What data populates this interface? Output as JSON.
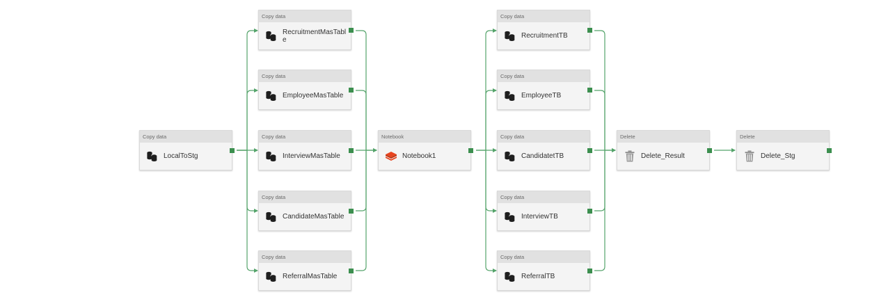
{
  "canvas": {
    "line_color": "#54a36a",
    "port_color": "#3c8f4f",
    "notebook_icon_color": "#e8441f",
    "db_icon_color": "#1f1f1f",
    "trash_icon_color": "#8a8a8a"
  },
  "nodes": [
    {
      "id": "n_localtostg",
      "type": "Copy data",
      "name": "LocalToStg",
      "icon": "database-icon"
    },
    {
      "id": "n_recruitmentmas",
      "type": "Copy data",
      "name": "RecruitmentMasTable",
      "icon": "database-icon"
    },
    {
      "id": "n_employeemas",
      "type": "Copy data",
      "name": "EmployeeMasTable",
      "icon": "database-icon"
    },
    {
      "id": "n_interviewmas",
      "type": "Copy data",
      "name": "InterviewMasTable",
      "icon": "database-icon"
    },
    {
      "id": "n_candidatemas",
      "type": "Copy data",
      "name": "CandidateMasTable",
      "icon": "database-icon"
    },
    {
      "id": "n_referralmas",
      "type": "Copy data",
      "name": "ReferralMasTable",
      "icon": "database-icon"
    },
    {
      "id": "n_notebook1",
      "type": "Notebook",
      "name": "Notebook1",
      "icon": "notebook-icon"
    },
    {
      "id": "n_recruitmenttb",
      "type": "Copy data",
      "name": "RecruitmentTB",
      "icon": "database-icon"
    },
    {
      "id": "n_employeetb",
      "type": "Copy data",
      "name": "EmployeeTB",
      "icon": "database-icon"
    },
    {
      "id": "n_candidatetb",
      "type": "Copy data",
      "name": "CandidatetTB",
      "icon": "database-icon"
    },
    {
      "id": "n_interviewtb",
      "type": "Copy data",
      "name": "InterviewTB",
      "icon": "database-icon"
    },
    {
      "id": "n_referraltb",
      "type": "Copy data",
      "name": "ReferralTB",
      "icon": "database-icon"
    },
    {
      "id": "n_delete_result",
      "type": "Delete",
      "name": "Delete_Result",
      "icon": "trash-icon"
    },
    {
      "id": "n_delete_stg",
      "type": "Delete",
      "name": "Delete_Stg",
      "icon": "trash-icon"
    }
  ]
}
